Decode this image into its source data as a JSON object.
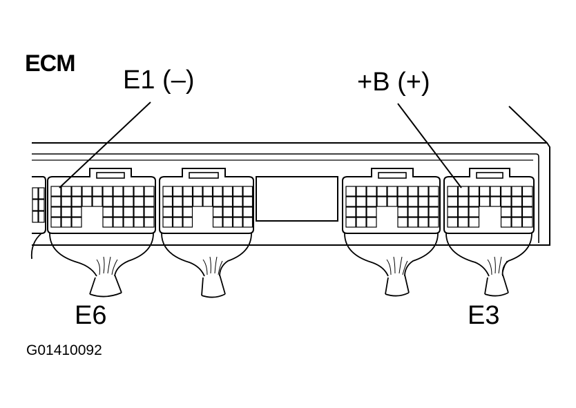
{
  "title": "ECM",
  "labels": {
    "e1": "E1 (–)",
    "b_plus": "+B (+)",
    "e6": "E6",
    "e3": "E3"
  },
  "figure_id": "G01410092",
  "colors": {
    "line": "#000000",
    "background": "#ffffff"
  }
}
